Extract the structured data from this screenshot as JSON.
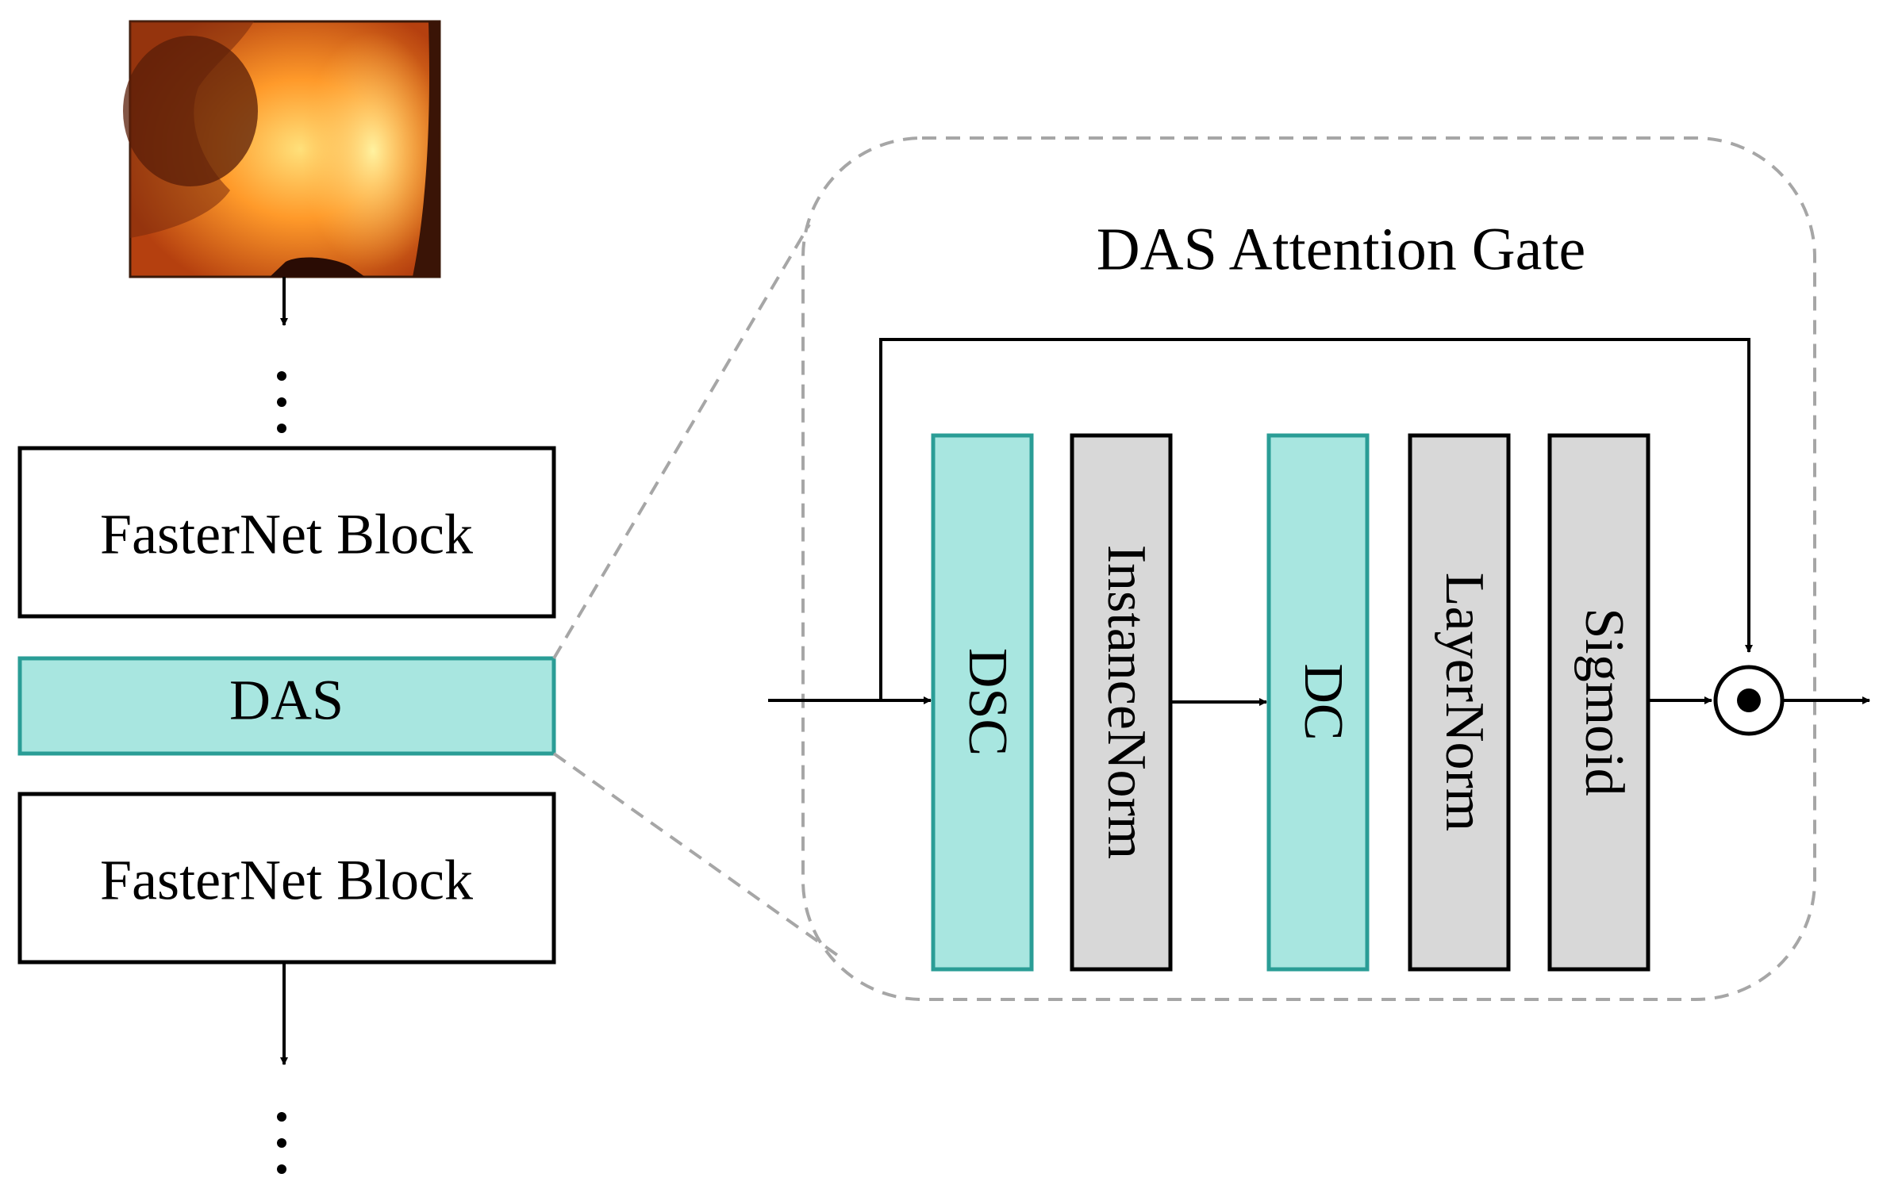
{
  "left_column": {
    "input_image": "furnace flame image",
    "top_block_label": "FasterNet Block",
    "das_label": "DAS",
    "bottom_block_label": "FasterNet Block"
  },
  "gate": {
    "title": "DAS Attention Gate",
    "modules": [
      {
        "label": "DSC",
        "kind": "conv"
      },
      {
        "label": "InstanceNorm",
        "kind": "norm"
      },
      {
        "label": "DC",
        "kind": "conv"
      },
      {
        "label": "LayerNorm",
        "kind": "norm"
      },
      {
        "label": "Sigmoid",
        "kind": "norm"
      }
    ],
    "multiply_symbol": "dot-product-circle-icon"
  },
  "colors": {
    "teal_fill": "#a8e6e0",
    "teal_stroke": "#2a9d96",
    "gray_fill": "#d8d8d8",
    "dashed_outline": "#a6a6a6",
    "stroke": "#000000"
  }
}
